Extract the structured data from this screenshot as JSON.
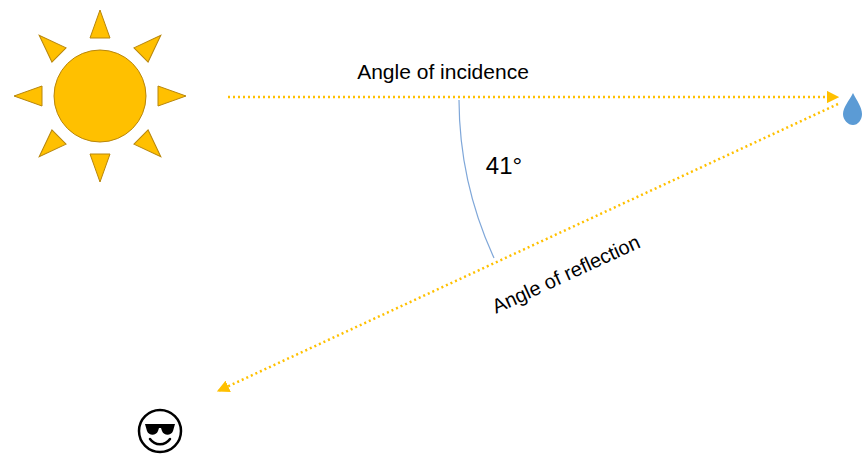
{
  "diagram": {
    "labels": [
      "Angle of incidence",
      "41°",
      "Angle of reflection"
    ]
  }
}
